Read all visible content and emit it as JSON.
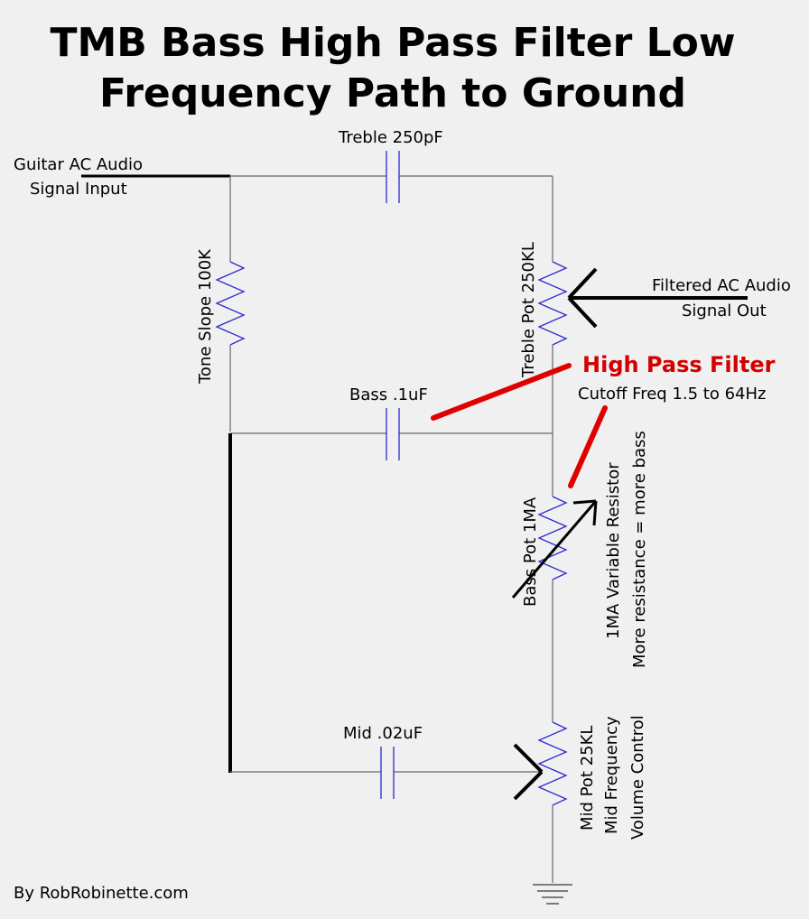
{
  "title": {
    "line1": "TMB Bass High Pass Filter Low",
    "line2": "Frequency Path to Ground"
  },
  "input": {
    "line1": "Guitar AC Audio",
    "line2": "Signal Input"
  },
  "output": {
    "line1": "Filtered AC Audio",
    "line2": "Signal Out"
  },
  "components": {
    "treble_cap": "Treble 250pF",
    "tone_slope": "Tone  Slope  100K",
    "treble_pot": "Treble  Pot  250KL",
    "bass_cap": "Bass .1uF",
    "bass_pot": "Bass  Pot  1MA",
    "mid_cap": "Mid .02uF",
    "mid_pot_line1": "Mid  Pot  25KL",
    "mid_pot_line2": "Mid  Frequency",
    "mid_pot_line3": "Volume  Control"
  },
  "annotations": {
    "hpf_title": "High Pass Filter",
    "hpf_cutoff": "Cutoff Freq 1.5 to 64Hz",
    "variable_resistor": "1MA  Variable  Resistor",
    "more_resistance": "More  resistance = more bass"
  },
  "credit": "By RobRobinette.com",
  "colors": {
    "background": "#f0f0f0",
    "component": "#2a2ad0",
    "highlight": "#e00000"
  }
}
